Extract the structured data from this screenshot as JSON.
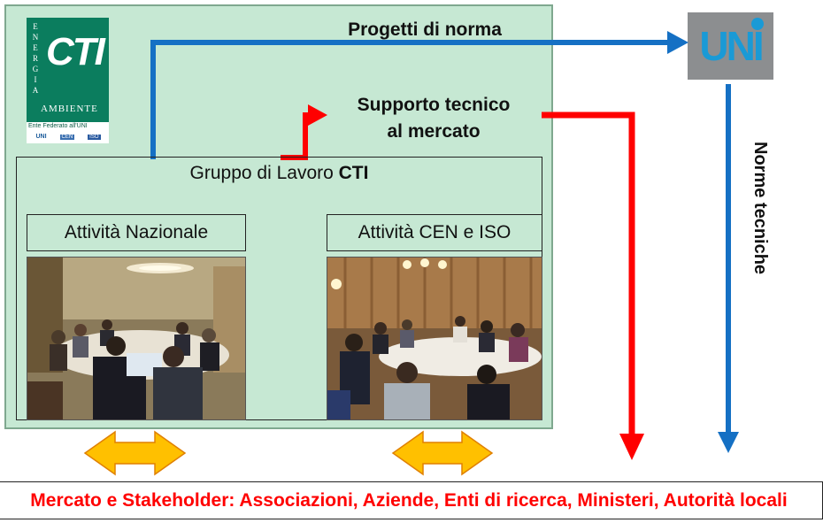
{
  "logo": {
    "letters": [
      "E",
      "N",
      "E",
      "R",
      "G",
      "I",
      "A"
    ],
    "brand": "CTI",
    "ambiente": "AMBIENTE",
    "federato": "Ente Federato all'UNI",
    "marks": [
      "UNI",
      "CEN",
      "ISO"
    ]
  },
  "uni_logo": {
    "text": "UNI"
  },
  "progetti": {
    "label": "Progetti di norma"
  },
  "supporto": {
    "line1": "Supporto tecnico",
    "line2": "al mercato"
  },
  "gruppo": {
    "prefix": "Gruppo di Lavoro ",
    "bold": "CTI"
  },
  "nazionale": {
    "label": "Attività Nazionale"
  },
  "cen_iso": {
    "label": "Attività CEN e ISO"
  },
  "norme": {
    "label": "Norme tecniche"
  },
  "bottom": {
    "label": "Mercato e Stakeholder: Associazioni, Aziende, Enti di ricerca, Ministeri, Autorità locali"
  },
  "colors": {
    "panel": "#c6e8d3",
    "blue_arrow": "#1570c4",
    "red_arrow": "#ff0000",
    "cti_green": "#0b7d5e",
    "uni_blue": "#1a9ad6",
    "double_arrow": "#ffc000"
  }
}
